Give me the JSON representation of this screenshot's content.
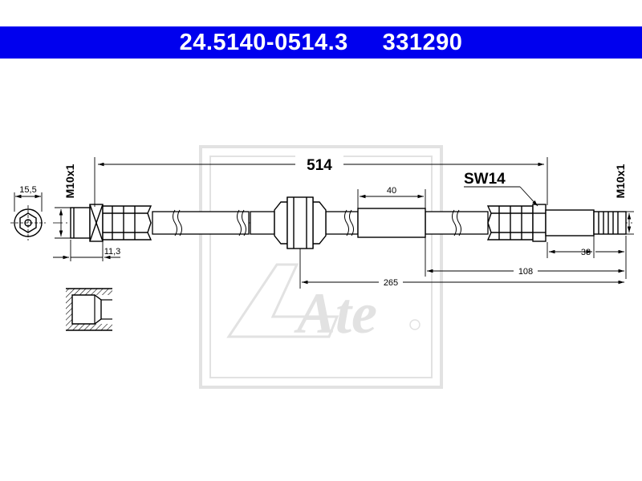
{
  "header": {
    "part_number": "24.5140-0514.3",
    "ref_number": "331290",
    "background": "#0000ee",
    "text_color": "#ffffff"
  },
  "dimensions": {
    "total_length": "514",
    "wrench_size": "SW14",
    "thread_left": "M10x1",
    "thread_right": "M10x1",
    "fitting_width": "15,5",
    "fitting_offset": "11,3",
    "sleeve_length": "40",
    "center_to_end": "265",
    "sleeve_to_end": "108",
    "thread_length": "33"
  },
  "watermark": {
    "brand": "Ate",
    "color": "#e2e2e2"
  }
}
